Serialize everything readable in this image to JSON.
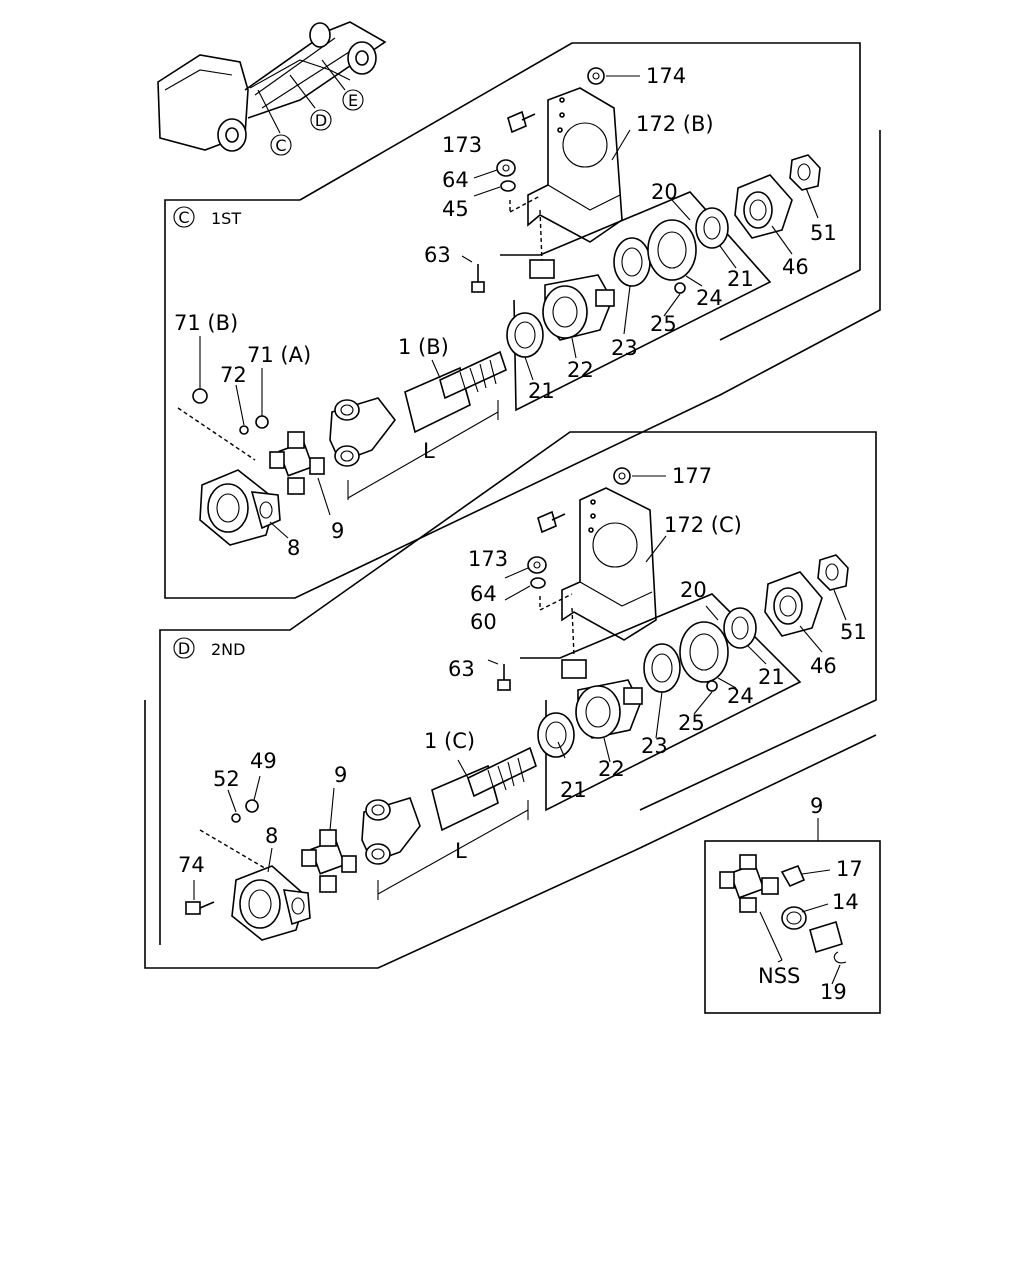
{
  "sections": [
    {
      "id": "C",
      "label": "1ST"
    },
    {
      "id": "D",
      "label": "2ND"
    }
  ],
  "truck_markers": [
    "C",
    "D",
    "E"
  ],
  "callouts": {
    "s1": {
      "p174": "174",
      "p173": "173",
      "p172b": "172 (B)",
      "p64": "64",
      "p45": "45",
      "p20": "20",
      "p51": "51",
      "p46": "46",
      "p63": "63",
      "p21a": "21",
      "p24": "24",
      "p25": "25",
      "p23": "23",
      "p22": "22",
      "p21b": "21",
      "p71b": "71 (B)",
      "p71a": "71 (A)",
      "p72": "72",
      "p1b": "1 (B)",
      "pL": "L",
      "p9": "9",
      "p8": "8"
    },
    "s2": {
      "p177": "177",
      "p173": "173",
      "p172c": "172 (C)",
      "p64": "64",
      "p60": "60",
      "p20": "20",
      "p51": "51",
      "p46": "46",
      "p63": "63",
      "p21a": "21",
      "p24": "24",
      "p25": "25",
      "p23": "23",
      "p22": "22",
      "p21b": "21",
      "p1c": "1 (C)",
      "p52": "52",
      "p49": "49",
      "p9": "9",
      "p8": "8",
      "p74": "74",
      "pL": "L"
    },
    "inset": {
      "p9": "9",
      "p17": "17",
      "p14": "14",
      "nss": "NSS",
      "p19": "19"
    }
  }
}
